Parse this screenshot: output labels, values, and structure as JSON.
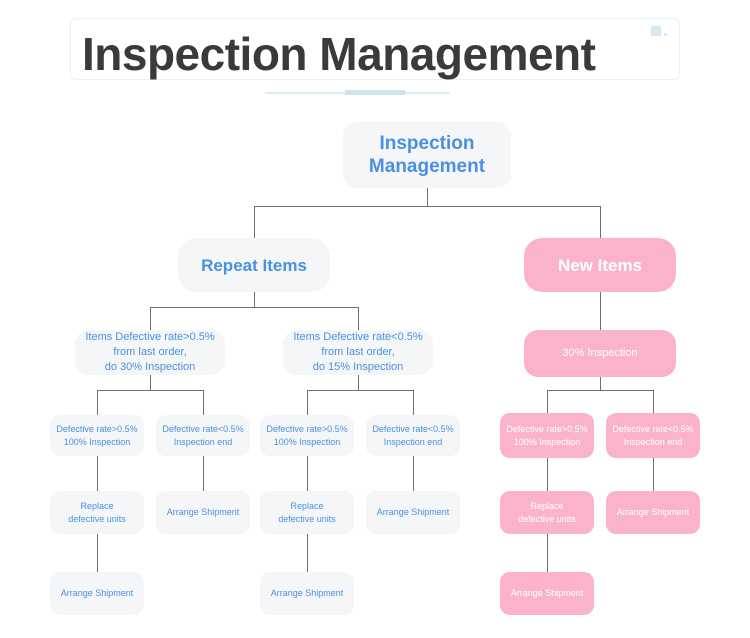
{
  "header": {
    "title": "Inspection Management",
    "accent_color": "#d8e9f4",
    "rule_color": "#dceaf3"
  },
  "theme": {
    "blue_node_bg": "#f5f6f7",
    "blue_node_text": "#4a90e2",
    "pink_node_bg": "#fbb3cd",
    "pink_node_text": "#ffffff",
    "connector_color": "#6f6f6f"
  },
  "chart_data": {
    "type": "diagram",
    "title": "Inspection Management",
    "root": "Inspection\nManagement",
    "branches": [
      {
        "name": "Repeat Items",
        "color": "blue",
        "children": [
          {
            "name": "Items Defective rate>0.5%\nfrom last order,\ndo 30% Inspection",
            "children": [
              {
                "name": "Defective rate>0.5%\n100% Inspection",
                "children": [
                  {
                    "name": "Replace\ndefective units",
                    "children": [
                      {
                        "name": "Arrange Shipment"
                      }
                    ]
                  }
                ]
              },
              {
                "name": "Defective rate<0.5%\nInspection end",
                "children": [
                  {
                    "name": "Arrange Shipment"
                  }
                ]
              }
            ]
          },
          {
            "name": "Items Defective rate<0.5%\nfrom last order,\ndo 15% Inspection",
            "children": [
              {
                "name": "Defective rate>0.5%\n100% Inspection",
                "children": [
                  {
                    "name": "Replace\ndefective units",
                    "children": [
                      {
                        "name": "Arrange Shipment"
                      }
                    ]
                  }
                ]
              },
              {
                "name": "Defective rate<0.5%\nInspection end",
                "children": [
                  {
                    "name": "Arrange Shipment"
                  }
                ]
              }
            ]
          }
        ]
      },
      {
        "name": "New Items",
        "color": "pink",
        "children": [
          {
            "name": "30% Inspection",
            "children": [
              {
                "name": "Defective rate>0.5%\n100% Inspection",
                "children": [
                  {
                    "name": "Replace\ndefective units",
                    "children": [
                      {
                        "name": "Arrange Shipment"
                      }
                    ]
                  }
                ]
              },
              {
                "name": "Defective rate<0.5%\nInspection end",
                "children": [
                  {
                    "name": "Arrange Shipment"
                  }
                ]
              }
            ]
          }
        ]
      }
    ]
  },
  "nodes": {
    "root": "Inspection\nManagement",
    "repeat_items": "Repeat Items",
    "new_items": "New Items",
    "repeat_high": "Items Defective rate>0.5%\nfrom last order,\ndo 30% Inspection",
    "repeat_low": "Items Defective rate<0.5%\nfrom last order,\ndo 15% Inspection",
    "new_inspection": "30% Inspection",
    "r1_fail": "Defective rate>0.5%\n100% Inspection",
    "r1_pass": "Defective rate<0.5%\nInspection end",
    "r2_fail": "Defective rate>0.5%\n100% Inspection",
    "r2_pass": "Defective rate<0.5%\nInspection end",
    "n_fail": "Defective rate>0.5%\n100% Inspection",
    "n_pass": "Defective rate<0.5%\nInspection end",
    "r1_replace": "Replace\ndefective units",
    "r1_arrange": "Arrange Shipment",
    "r2_replace": "Replace\ndefective units",
    "r2_arrange": "Arrange Shipment",
    "n_replace": "Replace\ndefective units",
    "n_arrange": "Arrange Shipment",
    "r1_arrange_final": "Arrange Shipment",
    "r2_arrange_final": "Arrange Shipment",
    "n_arrange_final": "Arrange Shipment"
  }
}
